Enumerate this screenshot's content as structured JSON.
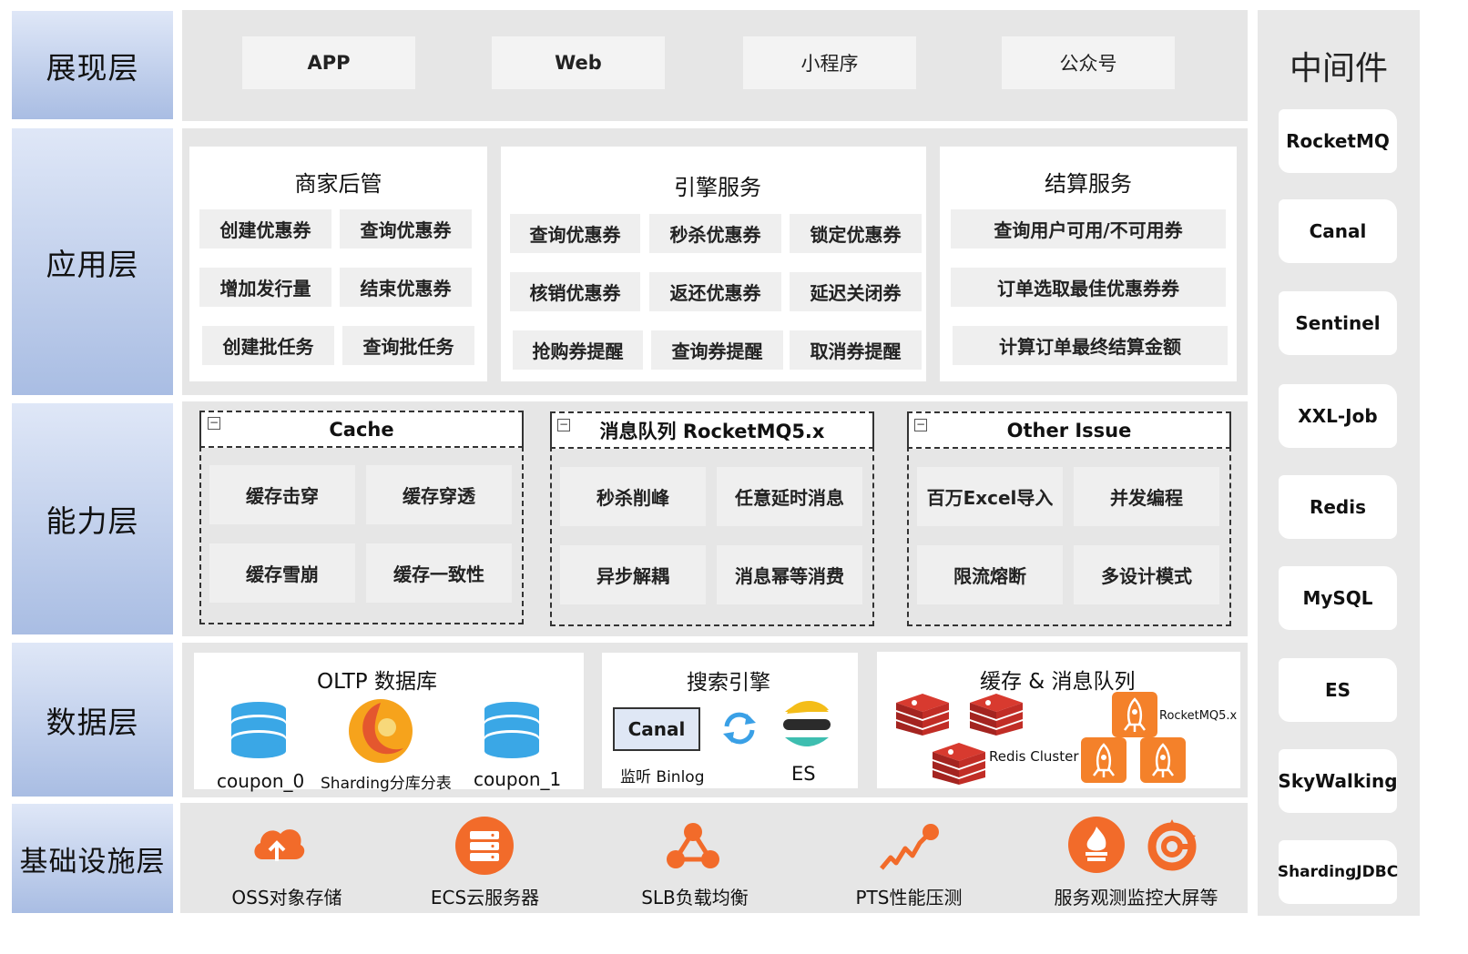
{
  "layers": {
    "presentation": "展现层",
    "application": "应用层",
    "capability": "能力层",
    "data": "数据层",
    "infrastructure": "基础设施层"
  },
  "presentation": [
    "APP",
    "Web",
    "小程序",
    "公众号"
  ],
  "application": {
    "merchant": {
      "title": "商家后管",
      "items": [
        "创建优惠券",
        "查询优惠券",
        "增加发行量",
        "结束优惠券",
        "创建批任务",
        "查询批任务"
      ]
    },
    "engine": {
      "title": "引擎服务",
      "items": [
        "查询优惠券",
        "秒杀优惠券",
        "锁定优惠券",
        "核销优惠券",
        "返还优惠券",
        "延迟关闭券",
        "抢购券提醒",
        "查询券提醒",
        "取消券提醒"
      ]
    },
    "settlement": {
      "title": "结算服务",
      "items": [
        "查询用户可用/不可用券",
        "订单选取最佳优惠券券",
        "计算订单最终结算金额"
      ]
    }
  },
  "capability": {
    "cache": {
      "title": "Cache",
      "items": [
        "缓存击穿",
        "缓存穿透",
        "缓存雪崩",
        "缓存一致性"
      ]
    },
    "mq": {
      "title": "消息队列 RocketMQ5.x",
      "items": [
        "秒杀削峰",
        "任意延时消息",
        "异步解耦",
        "消息幂等消费"
      ]
    },
    "other": {
      "title": "Other Issue",
      "items": [
        "百万Excel导入",
        "并发编程",
        "限流熔断",
        "多设计模式"
      ]
    }
  },
  "data": {
    "oltp": {
      "title": "OLTP 数据库",
      "db0": "coupon_0",
      "sharding": "Sharding分库分表",
      "db1": "coupon_1"
    },
    "search": {
      "title": "搜索引擎",
      "canal": "Canal",
      "binlog": "监听 Binlog",
      "es": "ES"
    },
    "cache_mq": {
      "title": "缓存 & 消息队列",
      "redis": "Redis Cluster",
      "rocketmq": "RocketMQ5.x"
    }
  },
  "infrastructure": [
    "OSS对象存储",
    "ECS云服务器",
    "SLB负载均衡",
    "PTS性能压测",
    "服务观测监控大屏等"
  ],
  "middleware": {
    "title": "中间件",
    "items": [
      "RocketMQ",
      "Canal",
      "Sentinel",
      "XXL-Job",
      "Redis",
      "MySQL",
      "ES",
      "SkyWalking",
      "ShardingJDBC"
    ]
  },
  "colors": {
    "layer_gradient_top": "#dfe7f7",
    "layer_gradient_bottom": "#a9bde3",
    "panel": "#e6e6e6",
    "accent_orange": "#f26b2a",
    "redis_red": "#c8302a",
    "db_blue": "#3aa7e6"
  }
}
